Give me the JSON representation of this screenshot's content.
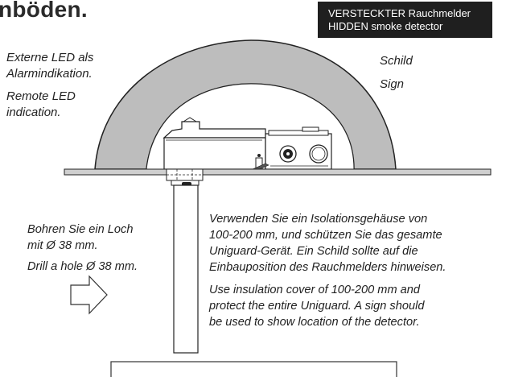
{
  "heading": "nböden.",
  "tag": {
    "line1": "VERSTECKTER Rauchmelder",
    "line2": "HIDDEN smoke detector"
  },
  "left_labels": {
    "de_line1": "Externe LED als",
    "de_line2": "Alarmindikation.",
    "en_line1": "Remote LED",
    "en_line2": "indication."
  },
  "sign_labels": {
    "de": "Schild",
    "en": "Sign"
  },
  "drill": {
    "de_line1": "Bohren Sie ein Loch",
    "de_line2": "mit Ø 38 mm.",
    "en_line1": "Drill a hole Ø 38 mm."
  },
  "insulation": {
    "de_line1": "Verwenden Sie ein Isolationsgehäuse von",
    "de_line2": "100-200 mm, und schützen Sie das gesamte",
    "de_line3": "Uniguard-Gerät. Ein Schild sollte auf die",
    "de_line4": "Einbauposition des Rauchmelders hinweisen.",
    "en_line1": "Use insulation cover of 100-200 mm and",
    "en_line2": "protect the entire Uniguard. A sign should",
    "en_line3": "be used to show location of the detector."
  },
  "colors": {
    "dome_fill": "#bdbdbd",
    "ceiling_fill": "#cfcfcf",
    "tag_bg": "#1f1f1f",
    "outline": "#222222"
  }
}
